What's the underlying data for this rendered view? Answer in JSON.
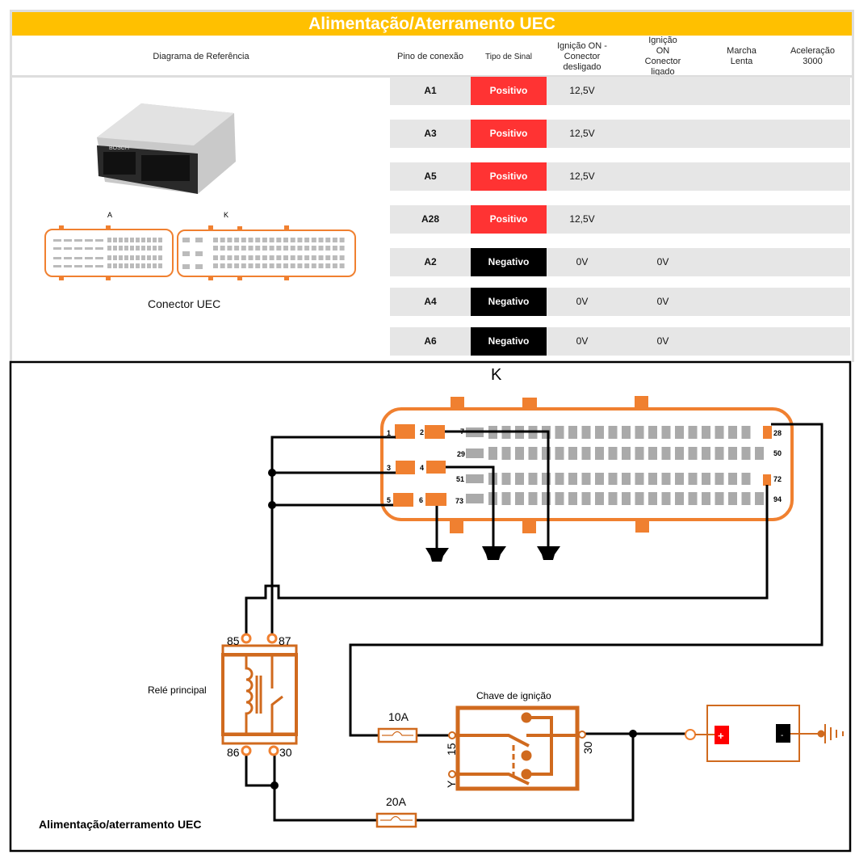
{
  "title": "Alimentação/Aterramento UEC",
  "headers": {
    "diagram": "Diagrama de Referência",
    "pin": "Pino de conexão",
    "signal": "Tipo de Sinal",
    "ign_off": "Ignição ON - Conector desligado",
    "ign_on": "Ignição ON Conector ligado",
    "idle": "Marcha Lenta",
    "accel": "Aceleração 3000"
  },
  "rows": [
    {
      "pin": "A1",
      "signal": "Positivo",
      "ign_off": "12,5V",
      "ign_on": "",
      "idle": "",
      "accel": ""
    },
    {
      "pin": "A3",
      "signal": "Positivo",
      "ign_off": "12,5V",
      "ign_on": "",
      "idle": "",
      "accel": ""
    },
    {
      "pin": "A5",
      "signal": "Positivo",
      "ign_off": "12,5V",
      "ign_on": "",
      "idle": "",
      "accel": ""
    },
    {
      "pin": "A28",
      "signal": "Positivo",
      "ign_off": "12,5V",
      "ign_on": "",
      "idle": "",
      "accel": ""
    },
    {
      "pin": "A2",
      "signal": "Negativo",
      "ign_off": "0V",
      "ign_on": "0V",
      "idle": "",
      "accel": ""
    },
    {
      "pin": "A4",
      "signal": "Negativo",
      "ign_off": "0V",
      "ign_on": "0V",
      "idle": "",
      "accel": ""
    },
    {
      "pin": "A6",
      "signal": "Negativo",
      "ign_off": "0V",
      "ign_on": "0V",
      "idle": "",
      "accel": ""
    }
  ],
  "colors": {
    "title_bg": "#FFC000",
    "positive": "#FF3333",
    "negative": "#000000",
    "wire_orange": "#E07B30",
    "relay_orange": "#D06A1E"
  },
  "reference": {
    "connector_a": "A",
    "connector_k": "K",
    "caption": "Conector UEC",
    "ecu_brand": "BOSCH"
  },
  "diagram": {
    "connector_label": "K",
    "pins": {
      "p1": "1",
      "p2": "2",
      "p3": "3",
      "p4": "4",
      "p5": "5",
      "p6": "6",
      "p7": "7",
      "p29": "29",
      "p51": "51",
      "p73": "73",
      "p28": "28",
      "p50": "50",
      "p72": "72",
      "p94": "94"
    },
    "relay": {
      "label": "Relé principal",
      "t85": "85",
      "t87": "87",
      "t86": "86",
      "t30": "30"
    },
    "switch": {
      "label": "Chave de ignição",
      "t15": "15",
      "tY": "Y",
      "t30": "30"
    },
    "fuse1": "10A",
    "fuse2": "20A",
    "battery": {
      "plus": "+",
      "minus": "-"
    },
    "caption": "Alimentação/aterramento UEC"
  }
}
